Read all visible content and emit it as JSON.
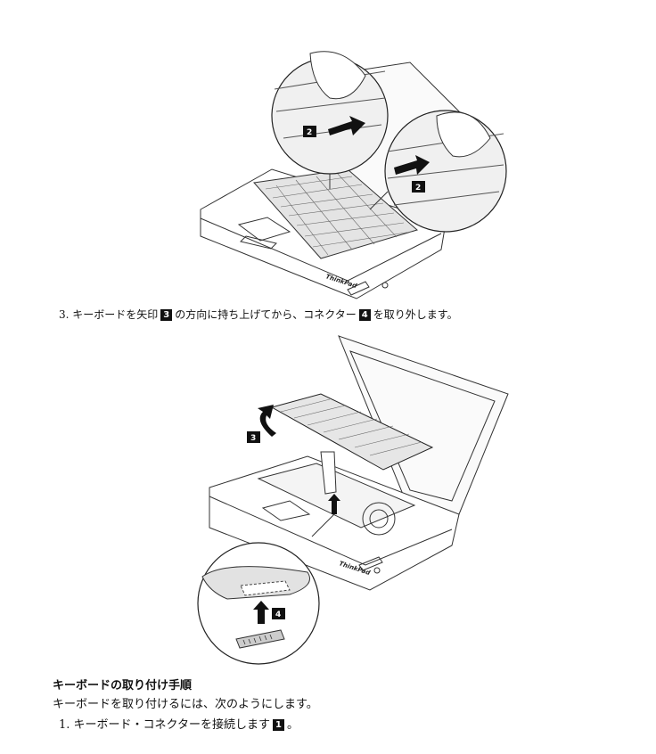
{
  "figure1": {
    "callout_labels": [
      "2",
      "2"
    ],
    "logo_text": "ThinkPad"
  },
  "step3": {
    "number": "3.",
    "text_a": "キーボードを矢印",
    "badge_a": "3",
    "text_b": "の方向に持ち上げてから、コネクター",
    "badge_b": "4",
    "text_c": "を取り外します。"
  },
  "figure2": {
    "callout_labels": [
      "3",
      "4"
    ],
    "logo_text": "ThinkPad"
  },
  "install": {
    "heading": "キーボードの取り付け手順",
    "intro": "キーボードを取り付けるには、次のようにします。",
    "step1": {
      "number": "1.",
      "text": "キーボード・コネクターを接続します",
      "badge": "1",
      "suffix": "。"
    }
  }
}
